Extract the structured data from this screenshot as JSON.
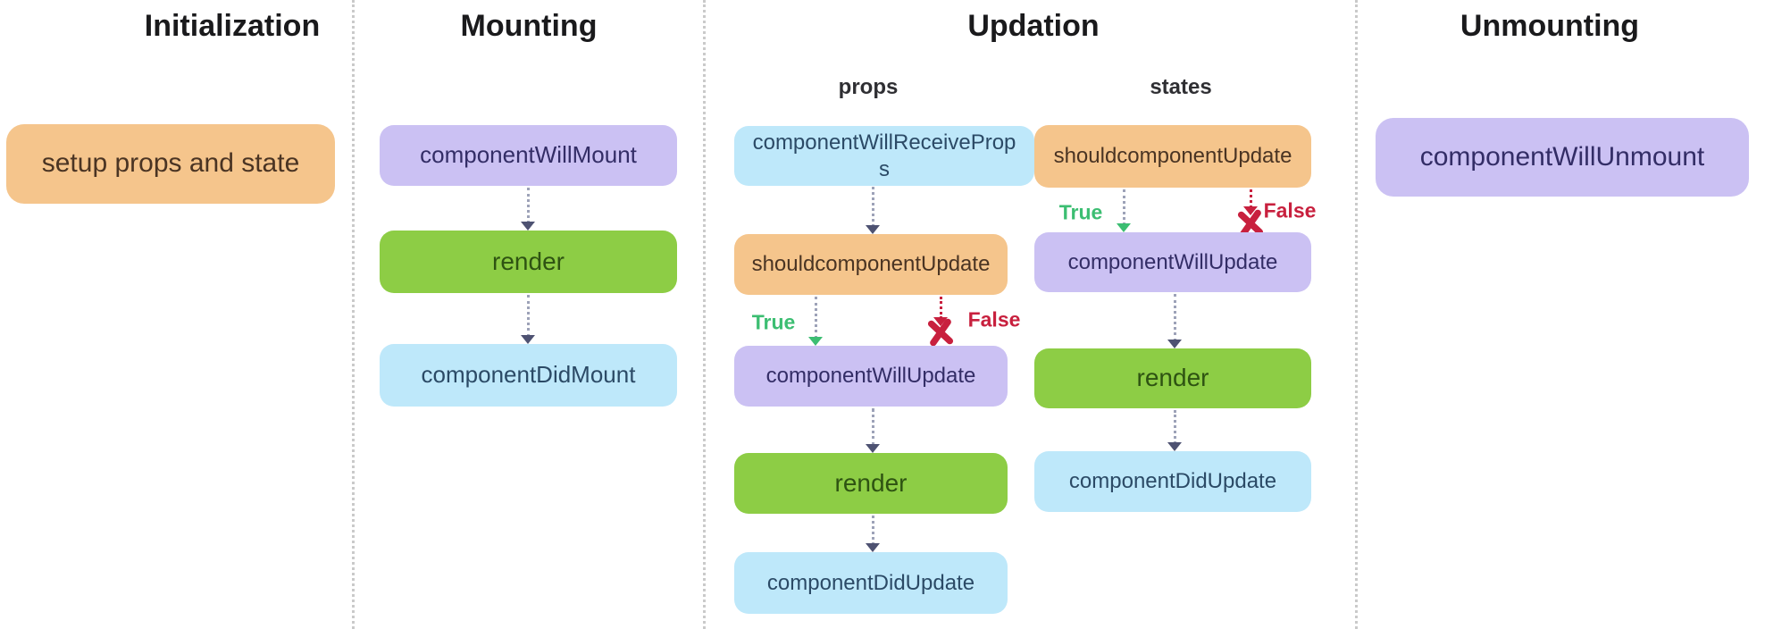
{
  "colors": {
    "orange": "#F5C58C",
    "orange_text": "#4A3423",
    "purple": "#CBC1F3",
    "purple_text": "#332D66",
    "green": "#8DCD45",
    "green_text": "#2E5312",
    "blue": "#BEE8FA",
    "blue_text": "#2B4A66",
    "true_green": "#3CBE72",
    "false_red": "#C8203E",
    "arrow_line": "#9DA2B8",
    "arrow_head": "#4E5272",
    "divider": "#CACACA",
    "title": "#1A1A1C",
    "subtitle": "#2F2F33"
  },
  "icons": {
    "false_blocked": "x-cross-icon"
  },
  "sections": {
    "initialization": {
      "title": "Initialization",
      "box_label": "setup props and state"
    },
    "mounting": {
      "title": "Mounting",
      "steps": [
        "componentWillMount",
        "render",
        "componentDidMount"
      ]
    },
    "updation": {
      "title": "Updation",
      "props_flow": {
        "label": "props",
        "steps": [
          "componentWillReceiveProps",
          "shouldcomponentUpdate",
          "componentWillUpdate",
          "render",
          "componentDidUpdate"
        ],
        "true_label": "True",
        "false_label": "False"
      },
      "states_flow": {
        "label": "states",
        "steps": [
          "shouldcomponentUpdate",
          "componentWillUpdate",
          "render",
          "componentDidUpdate"
        ],
        "true_label": "True",
        "false_label": "False"
      }
    },
    "unmounting": {
      "title": "Unmounting",
      "box_label": "componentWillUnmount"
    }
  }
}
